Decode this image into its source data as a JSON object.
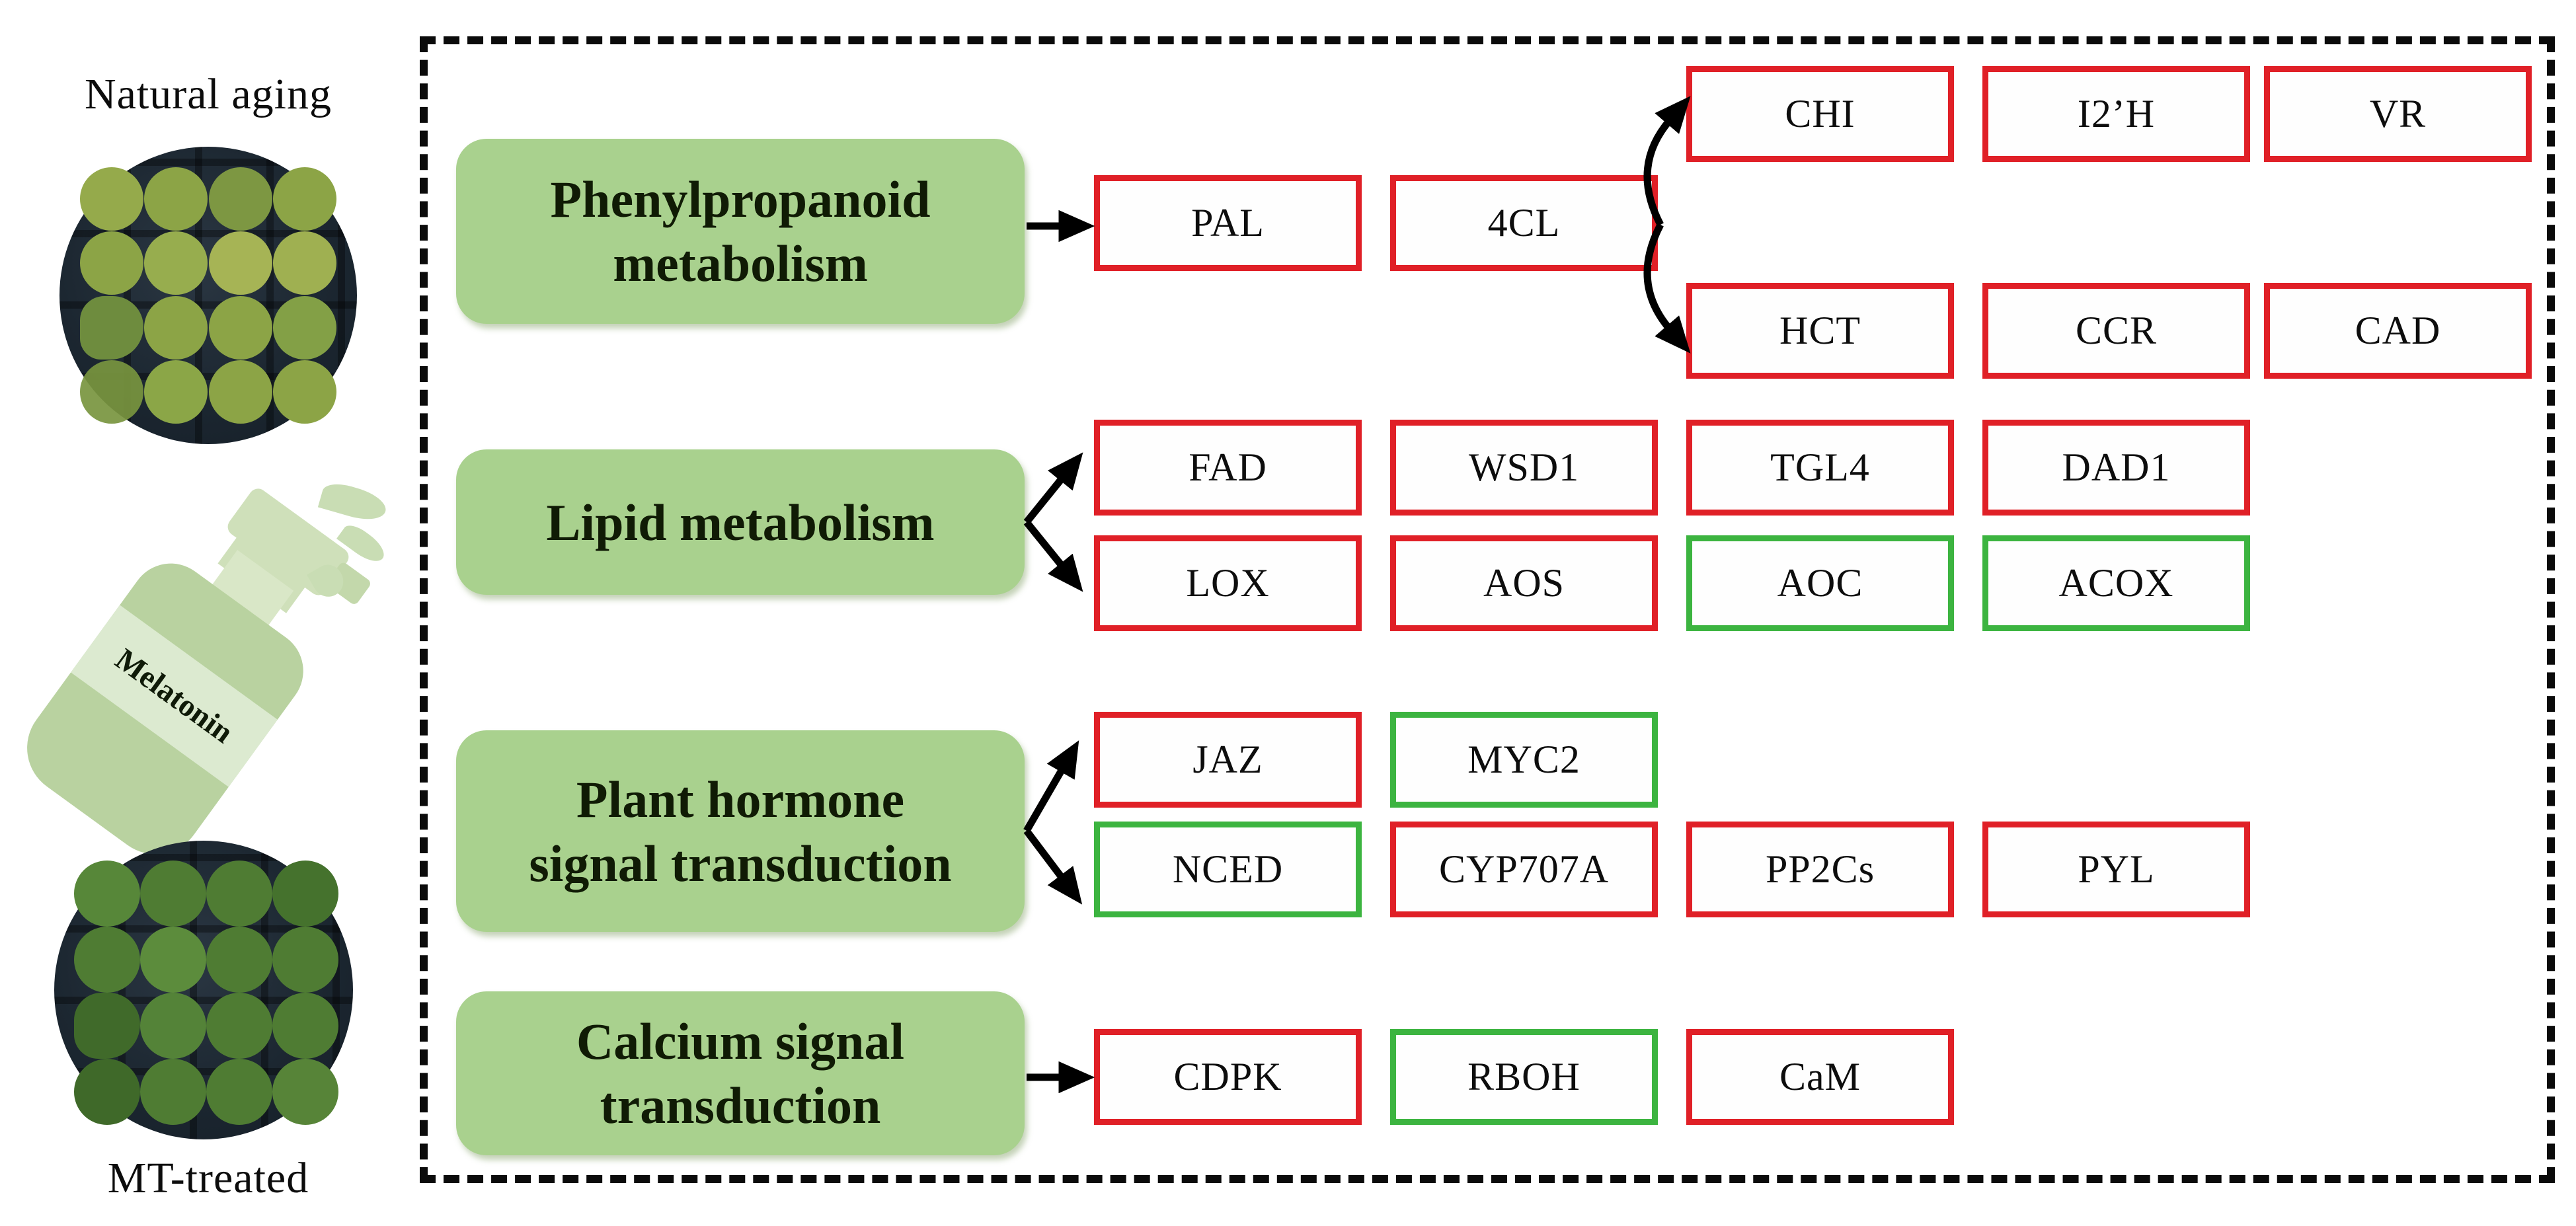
{
  "colors": {
    "up_border": "#e02027",
    "down_border": "#3cb440",
    "category_fill": "#a9d18e",
    "category_text": "#101b05",
    "dash": "#0b0b0b",
    "arrow": "#000000"
  },
  "left_panel": {
    "natural_aging_label": "Natural aging",
    "mt_treated_label": "MT-treated",
    "bottle_label": "Melatonin"
  },
  "sections": [
    {
      "title": "Phenylpropanoid metabolism",
      "title_lines": [
        "Phenylpropanoid",
        "metabolism"
      ]
    },
    {
      "title": "Lipid metabolism",
      "title_lines": [
        "Lipid metabolism"
      ]
    },
    {
      "title": "Plant hormone signal transduction",
      "title_lines": [
        "Plant hormone",
        "signal transduction"
      ]
    },
    {
      "title": "Calcium signal transduction",
      "title_lines": [
        "Calcium signal",
        "transduction"
      ]
    }
  ],
  "genes": {
    "PAL": {
      "label": "PAL",
      "regulation": "up"
    },
    "4CL": {
      "label": "4CL",
      "regulation": "up"
    },
    "CHI": {
      "label": "CHI",
      "regulation": "up"
    },
    "I2H": {
      "label": "I2’H",
      "regulation": "up"
    },
    "VR": {
      "label": "VR",
      "regulation": "up"
    },
    "HCT": {
      "label": "HCT",
      "regulation": "up"
    },
    "CCR": {
      "label": "CCR",
      "regulation": "up"
    },
    "CAD": {
      "label": "CAD",
      "regulation": "up"
    },
    "FAD": {
      "label": "FAD",
      "regulation": "up"
    },
    "WSD1": {
      "label": "WSD1",
      "regulation": "up"
    },
    "TGL4": {
      "label": "TGL4",
      "regulation": "up"
    },
    "DAD1": {
      "label": "DAD1",
      "regulation": "up"
    },
    "LOX": {
      "label": "LOX",
      "regulation": "up"
    },
    "AOS": {
      "label": "AOS",
      "regulation": "up"
    },
    "AOC": {
      "label": "AOC",
      "regulation": "down"
    },
    "ACOX": {
      "label": "ACOX",
      "regulation": "down"
    },
    "JAZ": {
      "label": "JAZ",
      "regulation": "up"
    },
    "MYC2": {
      "label": "MYC2",
      "regulation": "down"
    },
    "NCED": {
      "label": "NCED",
      "regulation": "down"
    },
    "CYP707A": {
      "label": "CYP707A",
      "regulation": "up"
    },
    "PP2Cs": {
      "label": "PP2Cs",
      "regulation": "up"
    },
    "PYL": {
      "label": "PYL",
      "regulation": "up"
    },
    "CDPK": {
      "label": "CDPK",
      "regulation": "up"
    },
    "RBOH": {
      "label": "RBOH",
      "regulation": "down"
    },
    "CaM": {
      "label": "CaM",
      "regulation": "up"
    }
  }
}
